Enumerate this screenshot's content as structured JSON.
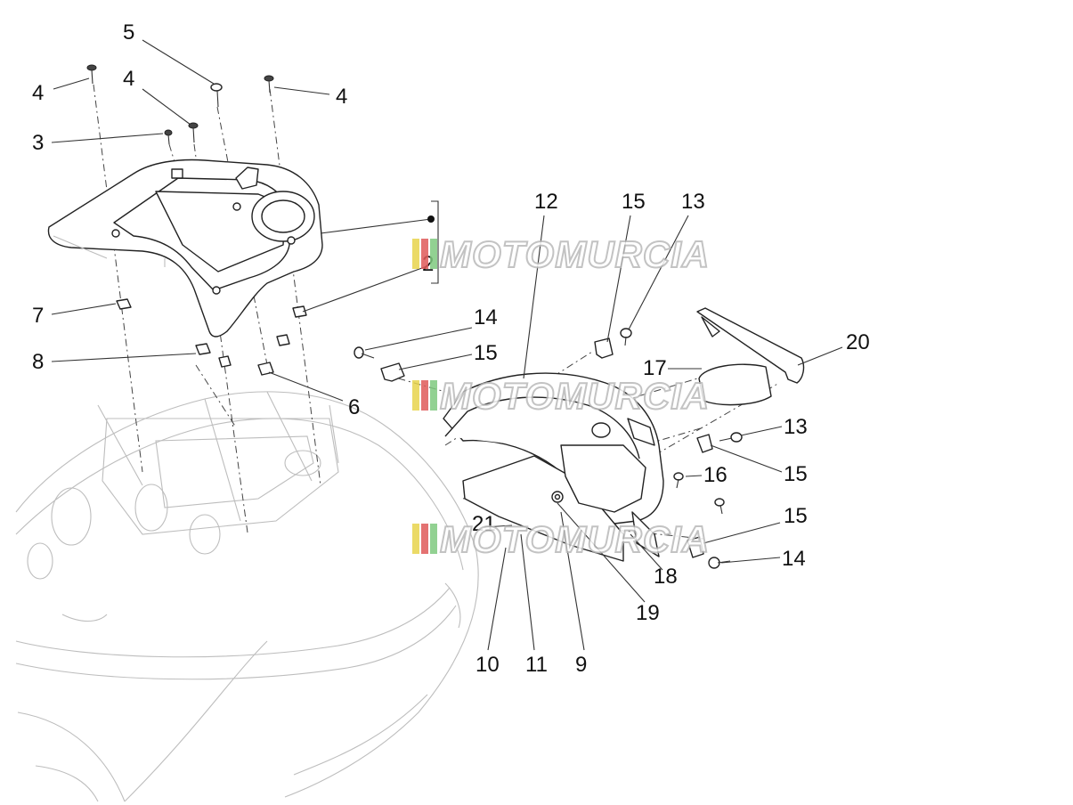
{
  "callouts": {
    "c4a": "4",
    "c5": "5",
    "c4b": "4",
    "c4c": "4",
    "c3": "3",
    "c12": "12",
    "c15a": "15",
    "c13a": "13",
    "c2": "2",
    "c7": "7",
    "c14a": "14",
    "c15b": "15",
    "c20": "20",
    "c8": "8",
    "c17": "17",
    "c6": "6",
    "c13b": "13",
    "c16": "16",
    "c15c": "15",
    "c21": "21",
    "c15d": "15",
    "c14b": "14",
    "c18": "18",
    "c19": "19",
    "c10": "10",
    "c11": "11",
    "c9": "9"
  },
  "watermark": {
    "text": "MOTOMURCIA",
    "colors": [
      "#e8d44d",
      "#e05a5a",
      "#7fc97f"
    ]
  },
  "colors": {
    "line": "#222222",
    "faint_line": "#bdbdbd",
    "background": "#ffffff"
  }
}
